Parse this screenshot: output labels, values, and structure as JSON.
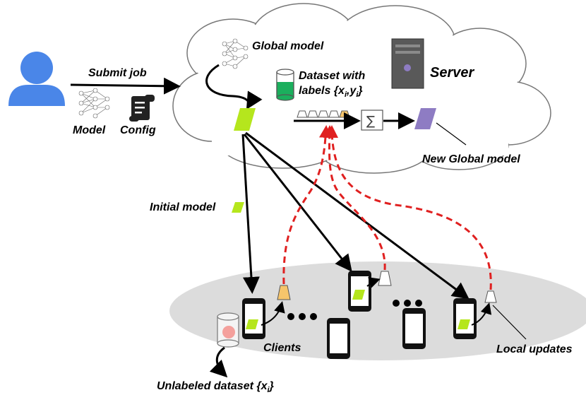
{
  "labels": {
    "submit_job": "Submit job",
    "model": "Model",
    "config": "Config",
    "global_model": "Global model",
    "dataset_with": "Dataset with",
    "labels_xy": "labels {x",
    "labels_sub_i1": "i",
    "labels_sep": ",y",
    "labels_sub_i2": "i",
    "labels_close": "}",
    "server": "Server",
    "new_global_model": "New Global model",
    "initial_model": "Initial model",
    "clients": "Clients",
    "local_updates": "Local updates",
    "unlabeled_dataset": "Unlabeled dataset {x",
    "unlabeled_sub_i": "i",
    "unlabeled_close": "}",
    "sum_symbol": "∑",
    "ellipsis": "• • •"
  },
  "colors": {
    "user": "#4A86E8",
    "initial_model": "#B5E61D",
    "new_global_model": "#8E7CC3",
    "update_red": "#E02020",
    "client_update_yellow": "#F6C56B",
    "labeled_dataset": "#1BAF5D",
    "unlabeled_dataset": "#F4A09C",
    "server_body": "#595959",
    "client_area": "#DCDCDC"
  },
  "icons": [
    "user-icon",
    "neural-network-icon",
    "config-scroll-icon",
    "database-icon",
    "server-icon",
    "smartphone-icon",
    "funnel-update-icon",
    "sum-icon"
  ]
}
